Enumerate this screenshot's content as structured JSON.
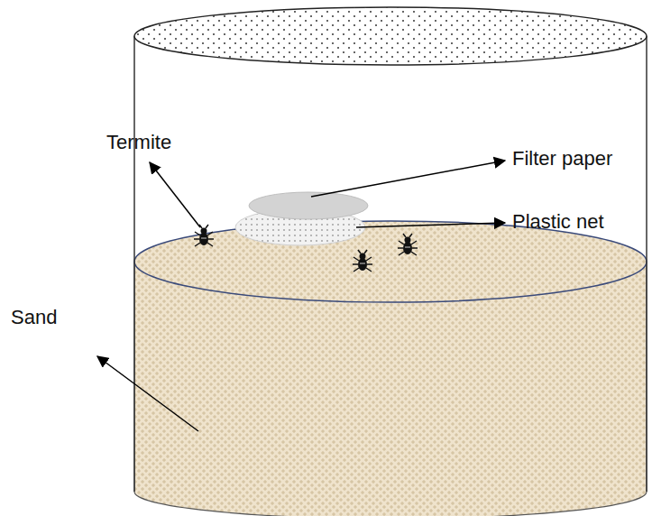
{
  "diagram": {
    "labels": [
      "Termite",
      "Filter paper",
      "Plastic net",
      "Sand"
    ]
  }
}
